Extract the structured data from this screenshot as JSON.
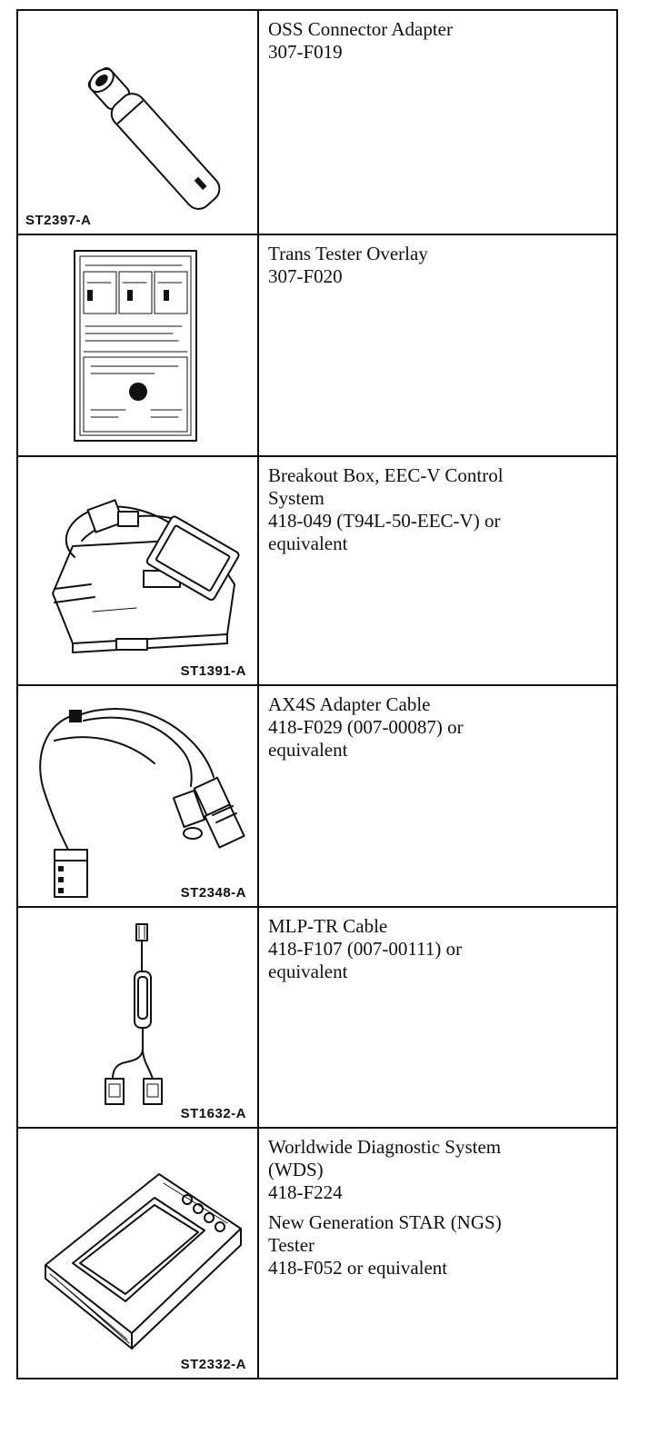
{
  "rows": [
    {
      "illustration": "oss-connector-adapter-illustration",
      "ref": "ST2397-A",
      "lines": [
        "OSS Connector Adapter",
        "307-F019"
      ]
    },
    {
      "illustration": "trans-tester-overlay-illustration",
      "ref": "",
      "lines": [
        "Trans Tester Overlay",
        "307-F020"
      ]
    },
    {
      "illustration": "breakout-box-illustration",
      "ref": "ST1391-A",
      "lines": [
        "Breakout Box, EEC-V Control",
        "System",
        "418-049 (T94L-50-EEC-V) or",
        "equivalent"
      ]
    },
    {
      "illustration": "ax4s-adapter-cable-illustration",
      "ref": "ST2348-A",
      "lines": [
        "AX4S Adapter Cable",
        "418-F029 (007-00087) or",
        "equivalent"
      ]
    },
    {
      "illustration": "mlp-tr-cable-illustration",
      "ref": "ST1632-A",
      "lines": [
        "MLP-TR Cable",
        "418-F107 (007-00111) or",
        "equivalent"
      ]
    },
    {
      "illustration": "wds-tester-illustration",
      "ref": "ST2332-A",
      "lines": [
        "Worldwide Diagnostic System",
        "(WDS)",
        "418-F224"
      ],
      "lines2": [
        "New Generation STAR (NGS)",
        "Tester",
        "418-F052 or equivalent"
      ]
    }
  ]
}
